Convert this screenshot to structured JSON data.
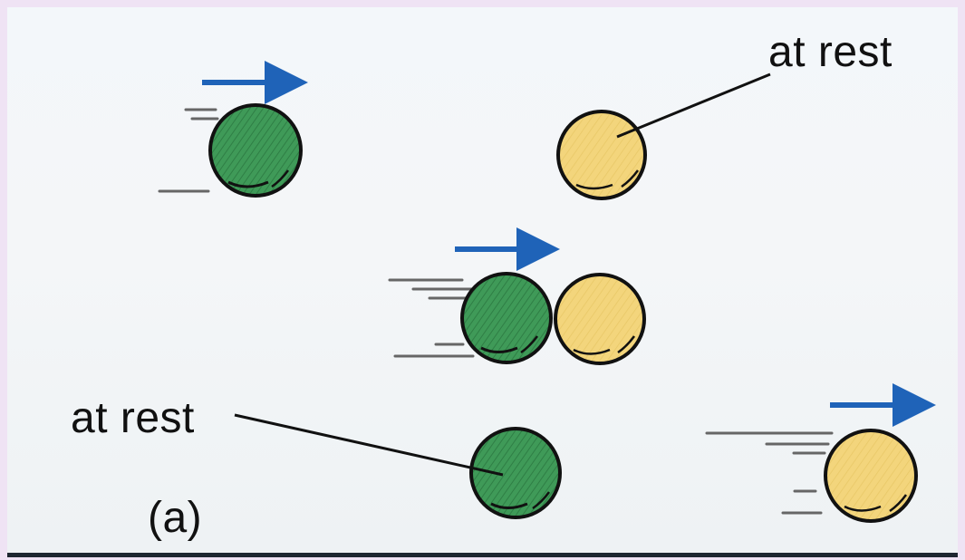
{
  "labels": {
    "at_rest_top": "at rest",
    "at_rest_bottom": "at rest",
    "part": "(a)"
  },
  "colors": {
    "green_ball": "#3f9a58",
    "yellow_ball": "#f3d57c",
    "arrow": "#1f63b8",
    "outline": "#111111"
  }
}
